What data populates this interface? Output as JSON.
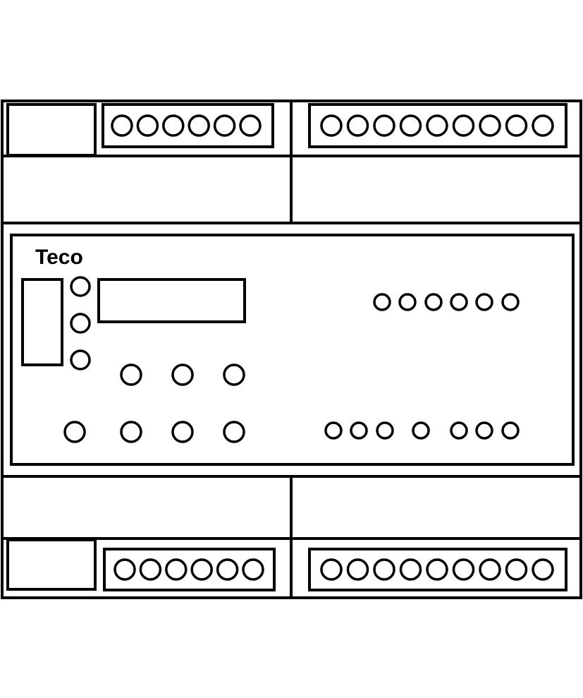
{
  "device": {
    "brand": "Teco",
    "colors": {
      "stroke": "#000000",
      "background": "#ffffff"
    },
    "terminal_blocks": {
      "top_left_count": 6,
      "top_right_count": 9,
      "bottom_left_count": 6,
      "bottom_right_count": 9
    },
    "front_panel": {
      "indicator_leds_count": 3,
      "keypad_rows": [
        3,
        4
      ],
      "io_leds_top_count": 6,
      "io_leds_bottom_count": 7
    }
  }
}
